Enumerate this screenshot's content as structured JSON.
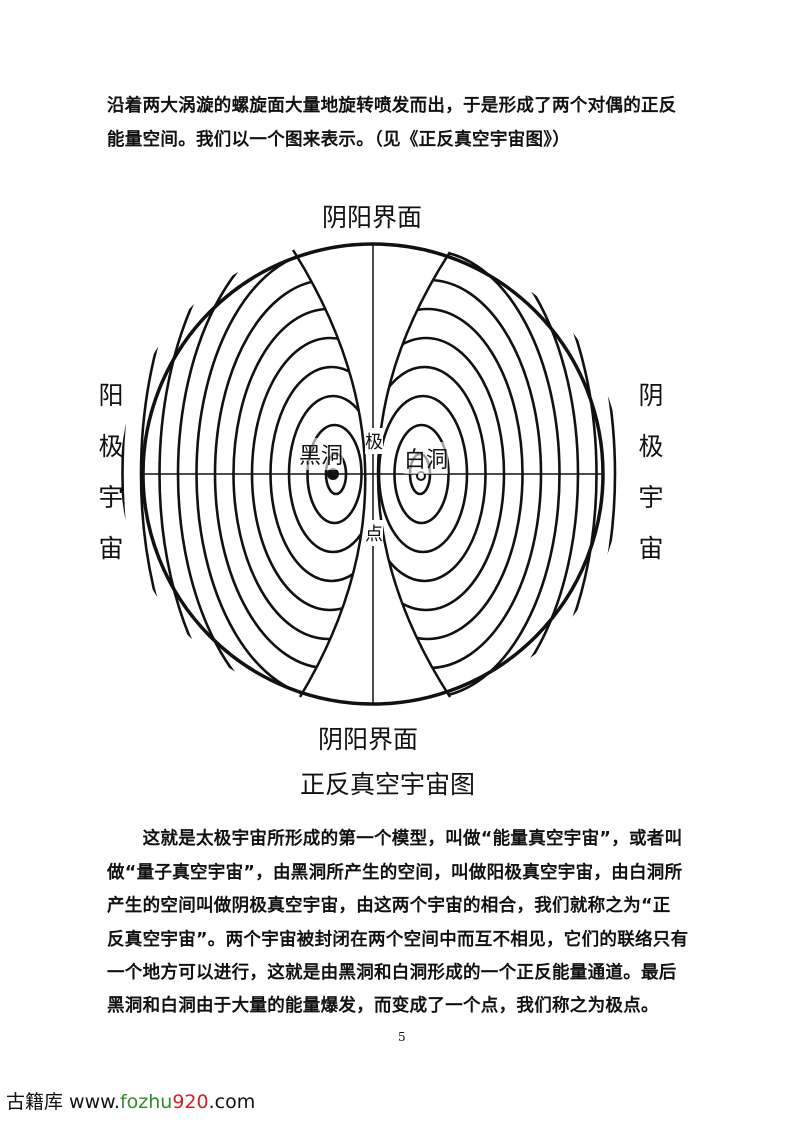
{
  "intro": {
    "lines": [
      "沿着两大涡漩的螺旋面大量地旋转喷发而出，于是形成了两个对偶的正反",
      "能量空间。我们以一个图来表示。（见《正反真空宇宙图》）"
    ]
  },
  "diagram": {
    "top_label": "阴阳界面",
    "bottom_label": "阴阳界面",
    "left_label": [
      "阳",
      "极",
      "宇",
      "宙"
    ],
    "right_label": [
      "阴",
      "极",
      "宇",
      "宙"
    ],
    "black_hole_label": "黑洞",
    "white_hole_label": "白洞",
    "pole_label": [
      "极",
      "点"
    ],
    "caption": "正反真空宇宙图"
  },
  "body": {
    "lines": [
      "　　这就是太极宇宙所形成的第一个模型，叫做“能量真空宇宙”，或者叫",
      "做“量子真空宇宙”，由黑洞所产生的空间，叫做阳极真空宇宙，由白洞所",
      "产生的空间叫做阴极真空宇宙，由这两个宇宙的相合，我们就称之为“正",
      "反真空宇宙”。两个宇宙被封闭在两个空间中而互不相见，它们的联络只有",
      "一个地方可以进行，这就是由黑洞和白洞形成的一个正反能量通道。最后",
      "黑洞和白洞由于大量的能量爆发，而变成了一个点，我们称之为极点。"
    ]
  },
  "page_number": "5",
  "watermark": {
    "prefix": "古籍库 www.",
    "green": "fozhu",
    "red": "920",
    "suffix": ".com"
  }
}
